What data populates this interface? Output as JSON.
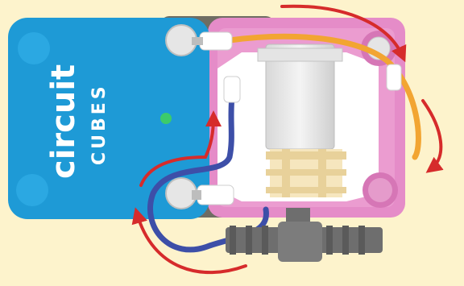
{
  "cube": {
    "brand_line1": "circuit",
    "brand_line2": "CUBES",
    "color": "#1E9AD6",
    "led_color": "#3CCB6A"
  },
  "colors": {
    "background": "#FDF3CC",
    "motor_housing": "#E58CC8",
    "positive_wire": "#F2A532",
    "negative_wire": "#3D4FA8",
    "current_arrows": "#D62B2B",
    "gear": "#6E6E6E"
  },
  "icons": [
    "current-direction-arrow",
    "gear-icon",
    "motor-icon",
    "led-indicator-icon"
  ]
}
